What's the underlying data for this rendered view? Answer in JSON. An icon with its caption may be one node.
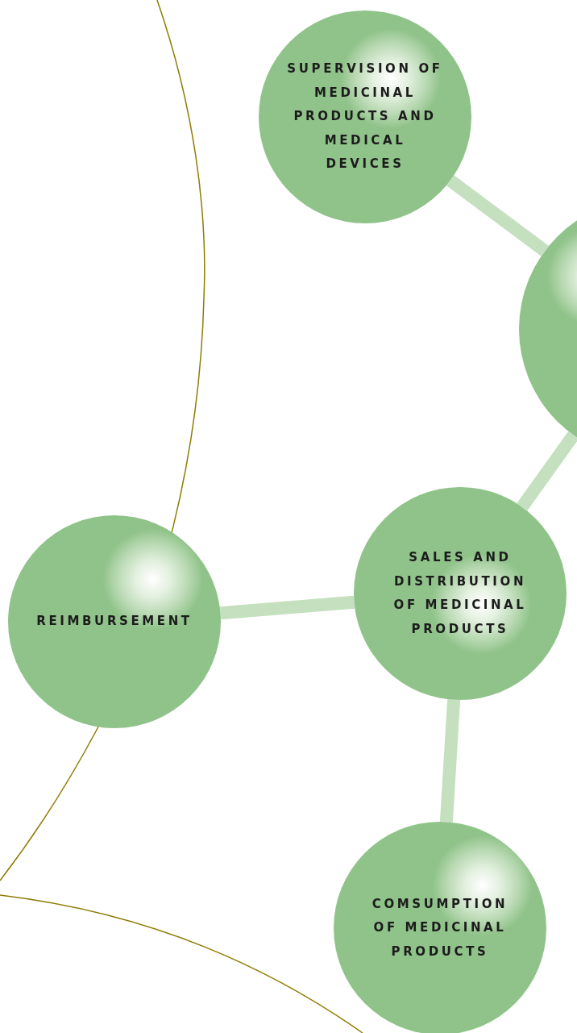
{
  "diagram": {
    "nodes": [
      {
        "text": [
          "SUPERVISION OF MEDICINAL PRODUCTS AND MEDICAL DEVICES"
        ]
      },
      {
        "text": [],
        "shape": "circle"
      },
      {
        "text": [
          "SALES AND DISTRIBUTION OF MEDICINAL PRODUCTS"
        ]
      },
      {
        "text": [
          "REIMBURSEMENT"
        ]
      },
      {
        "text": [
          "COMSUMPTION OF MEDICINAL PRODUCTS"
        ]
      }
    ],
    "edges": [
      {
        "from": 0,
        "to": 1,
        "arrow": "none"
      },
      {
        "from": 1,
        "to": 2,
        "arrow": "none"
      },
      {
        "from": 3,
        "to": 2,
        "arrow": "none"
      },
      {
        "from": 2,
        "to": 4,
        "arrow": "none"
      }
    ]
  }
}
